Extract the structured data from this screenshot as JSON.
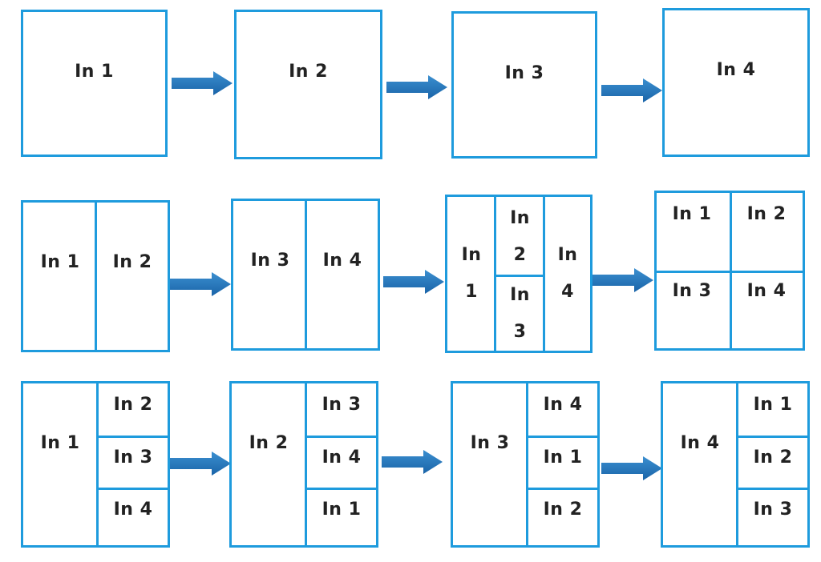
{
  "colors": {
    "border": "#1e9bdd",
    "arrow": "#1f73b8",
    "text": "#222222"
  },
  "row1": {
    "panel1": {
      "label": "In 1"
    },
    "panel2": {
      "label": "In 2"
    },
    "panel3": {
      "label": "In 3"
    },
    "panel4": {
      "label": "In 4"
    }
  },
  "row2": {
    "panel1": {
      "left": "In 1",
      "right": "In 2"
    },
    "panel2": {
      "left": "In 3",
      "right": "In 4"
    },
    "panel3": {
      "left_a": "In",
      "left_b": "1",
      "mid_top_a": "In",
      "mid_top_b": "2",
      "mid_bot_a": "In",
      "mid_bot_b": "3",
      "right_a": "In",
      "right_b": "4"
    },
    "panel4": {
      "tl": "In 1",
      "tr": "In 2",
      "bl": "In 3",
      "br": "In 4"
    }
  },
  "row3": {
    "panel1": {
      "main": "In 1",
      "s1": "In 2",
      "s2": "In 3",
      "s3": "In 4"
    },
    "panel2": {
      "main": "In 2",
      "s1": "In 3",
      "s2": "In 4",
      "s3": "In 1"
    },
    "panel3": {
      "main": "In 3",
      "s1": "In 4",
      "s2": "In 1",
      "s3": "In 2"
    },
    "panel4": {
      "main": "In 4",
      "s1": "In 1",
      "s2": "In 2",
      "s3": "In 3"
    }
  }
}
